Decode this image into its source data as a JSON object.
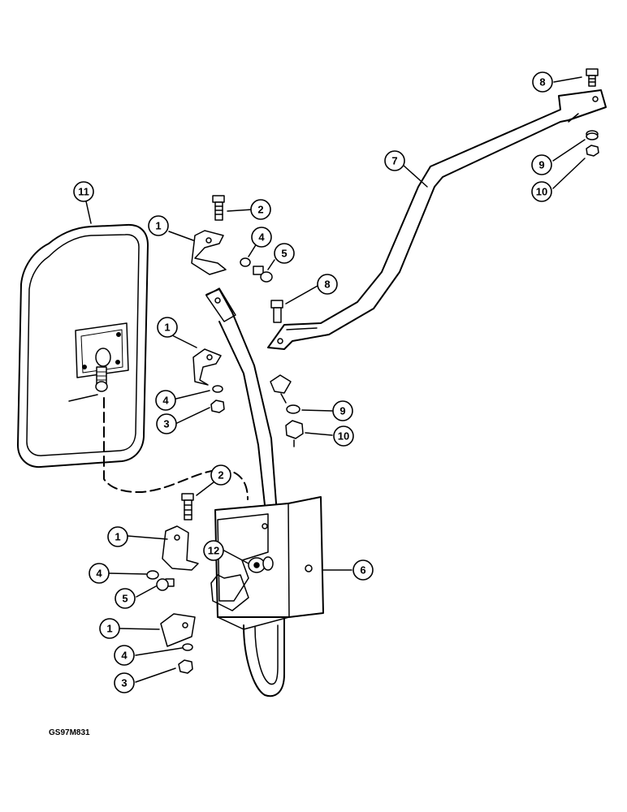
{
  "figure": {
    "code": "GS97M831"
  },
  "callouts": [
    {
      "key": "c8_top",
      "label": "8"
    },
    {
      "key": "c7",
      "label": "7"
    },
    {
      "key": "c9_top",
      "label": "9"
    },
    {
      "key": "c10_top",
      "label": "10"
    },
    {
      "key": "c11",
      "label": "11"
    },
    {
      "key": "c2_top",
      "label": "2"
    },
    {
      "key": "c1_a",
      "label": "1"
    },
    {
      "key": "c4_a",
      "label": "4"
    },
    {
      "key": "c5_a",
      "label": "5"
    },
    {
      "key": "c8_mid",
      "label": "8"
    },
    {
      "key": "c1_b",
      "label": "1"
    },
    {
      "key": "c4_b",
      "label": "4"
    },
    {
      "key": "c3_b",
      "label": "3"
    },
    {
      "key": "c9_mid",
      "label": "9"
    },
    {
      "key": "c10_mid",
      "label": "10"
    },
    {
      "key": "c2_low",
      "label": "2"
    },
    {
      "key": "c1_c",
      "label": "1"
    },
    {
      "key": "c12",
      "label": "12"
    },
    {
      "key": "c6",
      "label": "6"
    },
    {
      "key": "c4_c",
      "label": "4"
    },
    {
      "key": "c5_c",
      "label": "5"
    },
    {
      "key": "c1_d",
      "label": "1"
    },
    {
      "key": "c4_d",
      "label": "4"
    },
    {
      "key": "c3_d",
      "label": "3"
    }
  ],
  "parts": {
    "mirror": "mirror-head",
    "support_tube": "support-tube",
    "arm": "mirror-arm",
    "bracket": "mounting-bracket"
  }
}
